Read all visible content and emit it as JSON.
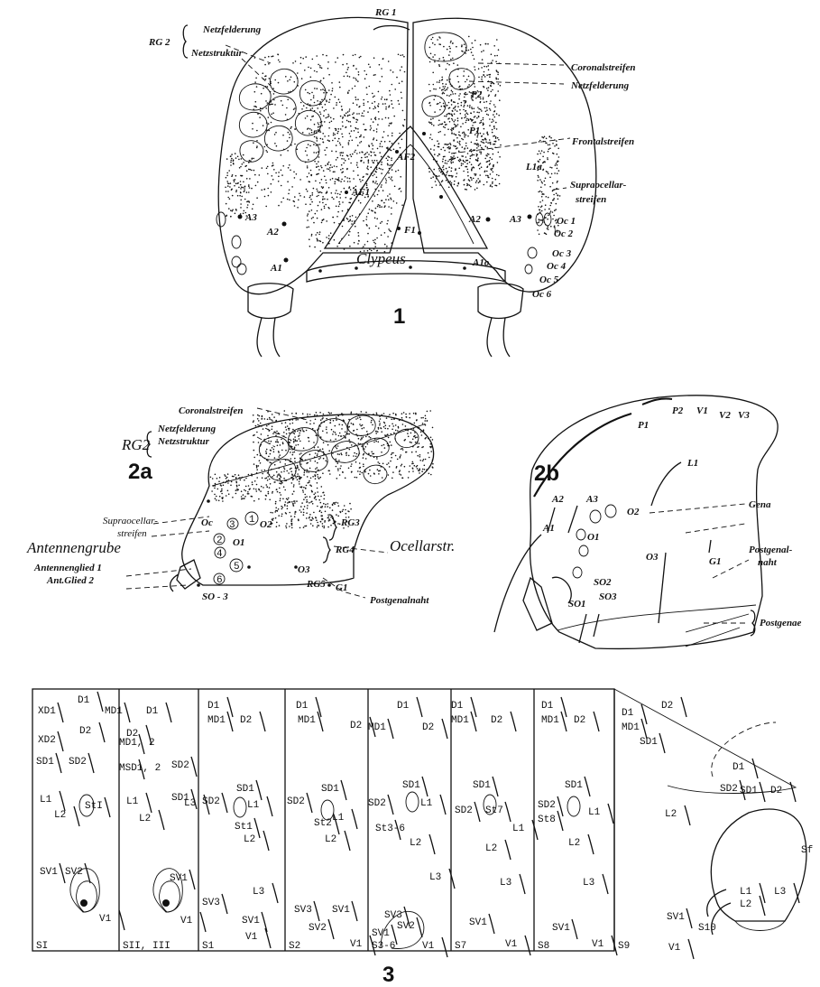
{
  "figure1": {
    "number": "1",
    "labels": {
      "rg1": "RG 1",
      "rg2": "RG 2",
      "netzfelderung": "Netzfelderung",
      "netzstruktur": "Netzstruktur",
      "coronalstreifen": "Coronalstreifen",
      "netzfelderung_r": "Netzfelderung",
      "p2": "P2",
      "p1": "P1",
      "frontalstreifen": "Frontalstreifen",
      "l1a": "L1a",
      "supraocellar": "Supraocellar-",
      "streifen": "streifen",
      "af2": "AF2",
      "af1": "AF1",
      "f1": "F1",
      "a3l": "A3",
      "a2l": "A2",
      "a1l": "A1",
      "a2r": "A2",
      "a3r": "A3",
      "a10": "A1o",
      "clypeus": "Clypeus",
      "oc1": "Oc 1",
      "oc2": "Oc 2",
      "oc3": "Oc 3",
      "oc4": "Oc 4",
      "oc5": "Oc 5",
      "oc6": "Oc 6"
    }
  },
  "figure2a": {
    "number": "2a",
    "labels": {
      "coronalstreifen": "Coronalstreifen",
      "rg2": "RG2",
      "netzfelderung": "Netzfelderung",
      "netzstruktur": "Netzstruktur",
      "supraocellar": "Supraocellar-",
      "streifen": "streifen",
      "antennengrube": "Antennengrube",
      "antennenglied1": "Antennenglied 1",
      "antglied2": "Ant.Glied 2",
      "rg3": "RG3",
      "rg4": "RG4",
      "rg5": "RG5",
      "g1": "G1",
      "o1": "O1",
      "o2": "O2",
      "o3": "O3",
      "oc": "Oc",
      "so3": "SO - 3",
      "ocellarstr": "Ocellarstr.",
      "postgenalnaht": "Postgenalnaht",
      "n1": "1",
      "n2": "2",
      "n3": "3",
      "n4": "4",
      "n5": "5",
      "n6": "6"
    }
  },
  "figure2b": {
    "number": "2b",
    "labels": {
      "p1": "P1",
      "p2": "P2",
      "v1": "V1",
      "v2": "V2",
      "v3": "V3",
      "l1": "L1",
      "a2": "A2",
      "a3": "A3",
      "a1": "A1",
      "o1": "O1",
      "o2": "O2",
      "o3": "O3",
      "so1": "SO1",
      "so2": "SO2",
      "so3": "SO3",
      "g1": "G1",
      "gena": "Gena",
      "postgenalnaht1": "Postgenal-",
      "postgenalnaht2": "naht",
      "postgenae": "Postgenae"
    }
  },
  "figure3": {
    "number": "3",
    "segments": [
      {
        "name": "SI",
        "setae": [
          "XD1",
          "D1",
          "MD1",
          "XD2",
          "D2",
          "SD1",
          "SD2",
          "L1",
          "L2",
          "StI",
          "SV1",
          "SV2",
          "V1"
        ]
      },
      {
        "name": "SII, III",
        "setae": [
          "D1",
          "D2",
          "MD1, 2",
          "MSD1, 2",
          "SD2",
          "SD1",
          "L1",
          "L2",
          "L3",
          "SV1",
          "V1"
        ]
      },
      {
        "name": "S1",
        "setae": [
          "D1",
          "MD1",
          "D2",
          "SD2",
          "SD1",
          "L1",
          "St1",
          "L2",
          "L3",
          "SV3",
          "SV1",
          "V1"
        ]
      },
      {
        "name": "S2",
        "setae": [
          "D1",
          "MD1",
          "D2",
          "SD1",
          "SD2",
          "L1",
          "St2",
          "L2",
          "SV3",
          "SV1",
          "SV2",
          "V1"
        ]
      },
      {
        "name": "S3-6",
        "setae": [
          "D1",
          "MD1",
          "D2",
          "SD1",
          "SD2",
          "L1",
          "St3-6",
          "L2",
          "L3",
          "SV3",
          "SV1",
          "SV2",
          "V1"
        ]
      },
      {
        "name": "S7",
        "setae": [
          "D1",
          "MD1",
          "D2",
          "SD1",
          "SD2",
          "St7",
          "L1",
          "L2",
          "L3",
          "SV1",
          "V1"
        ]
      },
      {
        "name": "S8",
        "setae": [
          "D1",
          "MD1",
          "D2",
          "SD1",
          "SD2",
          "St8",
          "L1",
          "L2",
          "L3",
          "SV1",
          "V1"
        ]
      },
      {
        "name": "S9",
        "setae": [
          "D1",
          "D2",
          "MD1",
          "SD1",
          "L2",
          "SV1",
          "V1"
        ]
      },
      {
        "name": "S10",
        "setae": [
          "D1",
          "SD2",
          "SD1",
          "D2",
          "Sf",
          "L1",
          "L3",
          "L2"
        ]
      }
    ]
  }
}
